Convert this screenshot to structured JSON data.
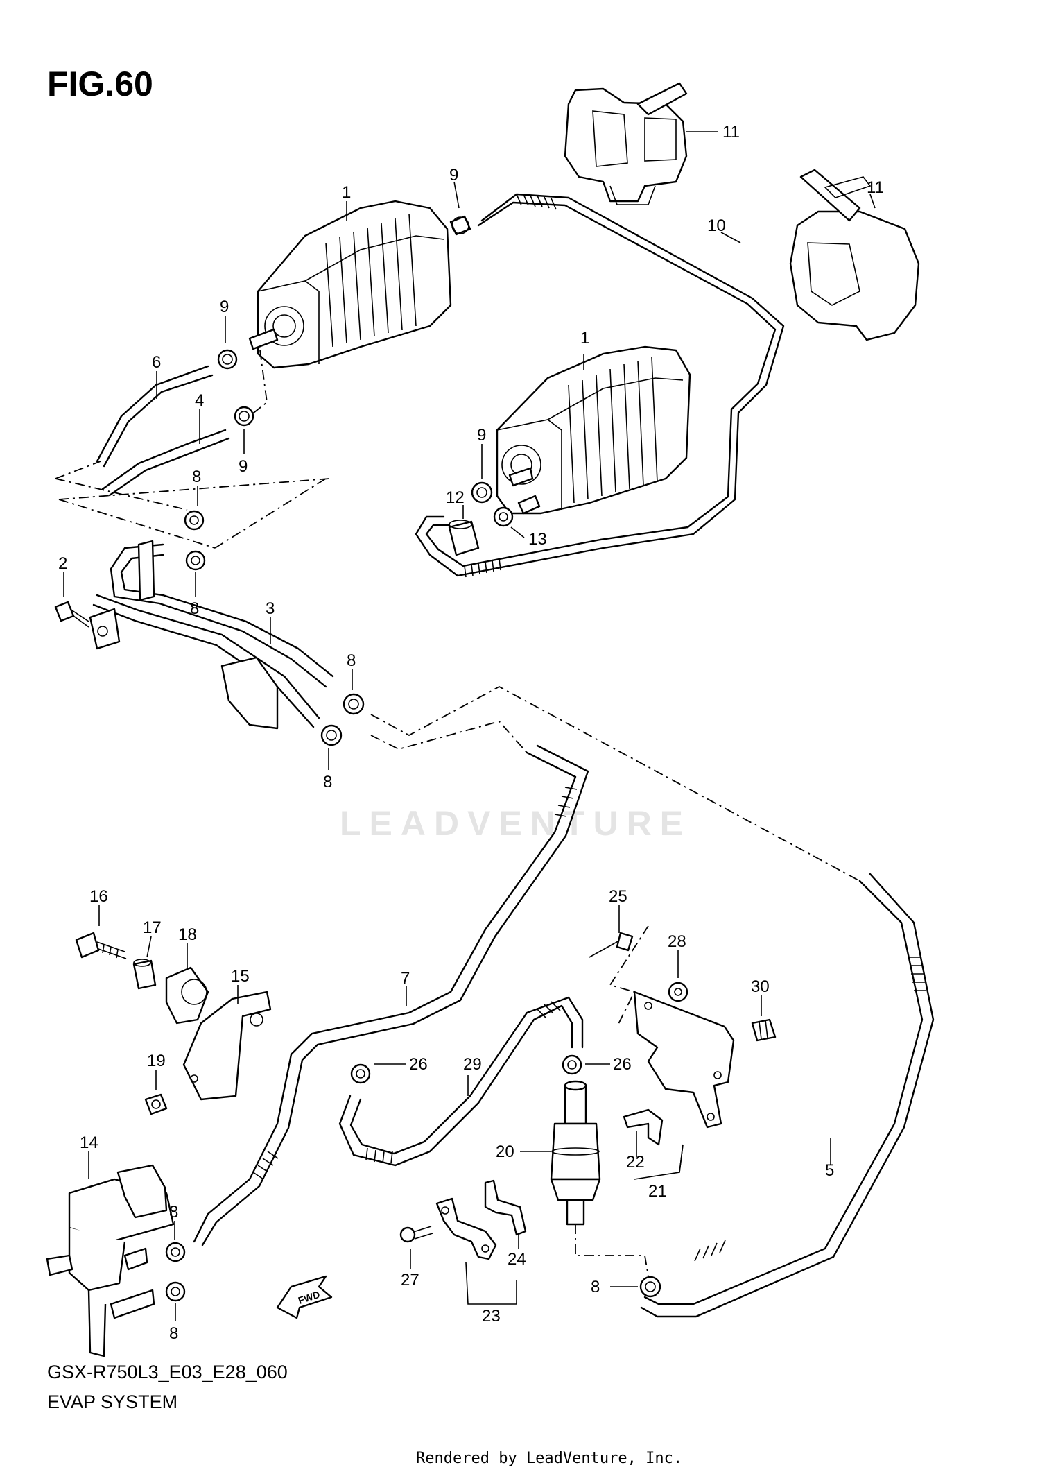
{
  "figure": {
    "title": "FIG.60",
    "model_code": "GSX-R750L3_E03_E28_060",
    "system_name": "EVAP SYSTEM",
    "render_note": "Rendered by LeadVenture, Inc.",
    "watermark": "LEADVENTURE",
    "direction_marker": "FWD"
  },
  "callouts": [
    {
      "id": "c1a",
      "label": "1"
    },
    {
      "id": "c1b",
      "label": "1"
    },
    {
      "id": "c2",
      "label": "2"
    },
    {
      "id": "c3",
      "label": "3"
    },
    {
      "id": "c4",
      "label": "4"
    },
    {
      "id": "c5",
      "label": "5"
    },
    {
      "id": "c6",
      "label": "6"
    },
    {
      "id": "c7",
      "label": "7"
    },
    {
      "id": "c8a",
      "label": "8"
    },
    {
      "id": "c8b",
      "label": "8"
    },
    {
      "id": "c8c",
      "label": "8"
    },
    {
      "id": "c8d",
      "label": "8"
    },
    {
      "id": "c8e",
      "label": "8"
    },
    {
      "id": "c8f",
      "label": "8"
    },
    {
      "id": "c8g",
      "label": "8"
    },
    {
      "id": "c9a",
      "label": "9"
    },
    {
      "id": "c9b",
      "label": "9"
    },
    {
      "id": "c9c",
      "label": "9"
    },
    {
      "id": "c9d",
      "label": "9"
    },
    {
      "id": "c10",
      "label": "10"
    },
    {
      "id": "c11a",
      "label": "11"
    },
    {
      "id": "c11b",
      "label": "11"
    },
    {
      "id": "c12",
      "label": "12"
    },
    {
      "id": "c13",
      "label": "13"
    },
    {
      "id": "c14",
      "label": "14"
    },
    {
      "id": "c15",
      "label": "15"
    },
    {
      "id": "c16",
      "label": "16"
    },
    {
      "id": "c17",
      "label": "17"
    },
    {
      "id": "c18",
      "label": "18"
    },
    {
      "id": "c19",
      "label": "19"
    },
    {
      "id": "c20",
      "label": "20"
    },
    {
      "id": "c21",
      "label": "21"
    },
    {
      "id": "c22",
      "label": "22"
    },
    {
      "id": "c23",
      "label": "23"
    },
    {
      "id": "c24",
      "label": "24"
    },
    {
      "id": "c25",
      "label": "25"
    },
    {
      "id": "c26a",
      "label": "26"
    },
    {
      "id": "c26b",
      "label": "26"
    },
    {
      "id": "c27",
      "label": "27"
    },
    {
      "id": "c28",
      "label": "28"
    },
    {
      "id": "c29",
      "label": "29"
    },
    {
      "id": "c30",
      "label": "30"
    }
  ]
}
